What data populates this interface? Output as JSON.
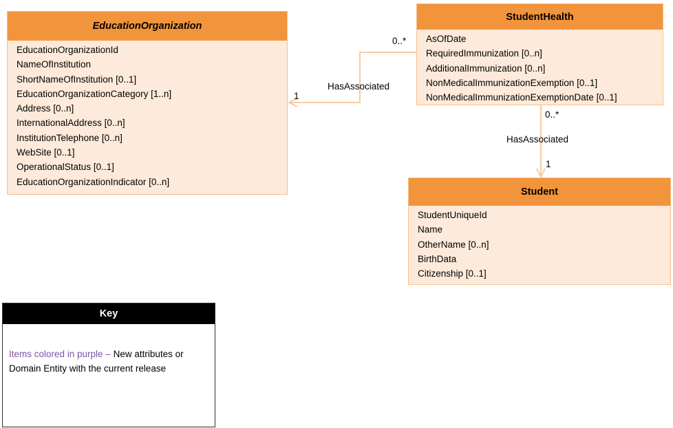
{
  "diagram": {
    "entities": {
      "education_organization": {
        "title": "EducationOrganization",
        "attributes": [
          "EducationOrganizationId",
          "NameOfInstitution",
          "ShortNameOfInstitution [0..1]",
          "EducationOrganizationCategory [1..n]",
          "Address [0..n]",
          "InternationalAddress [0..n]",
          "InstitutionTelephone [0..n]",
          "WebSite [0..1]",
          "OperationalStatus [0..1]",
          "EducationOrganizationIndicator [0..n]"
        ]
      },
      "student_health": {
        "title": "StudentHealth",
        "attributes": [
          "AsOfDate",
          "RequiredImmunization [0..n]",
          "AdditionalImmunization [0..n]",
          "NonMedicalImmunizationExemption [0..1]",
          "NonMedicalImmunizationExemptionDate [0..1]"
        ]
      },
      "student": {
        "title": "Student",
        "attributes": [
          "StudentUniqueId",
          "Name",
          "OtherName [0..n]",
          "BirthData",
          "Citizenship [0..1]"
        ]
      }
    },
    "relationships": [
      {
        "label": "HasAssociated",
        "from": "StudentHealth",
        "to": "EducationOrganization",
        "from_cardinality": "0..*",
        "to_cardinality": "1"
      },
      {
        "label": "HasAssociated",
        "from": "StudentHealth",
        "to": "Student",
        "from_cardinality": "0..*",
        "to_cardinality": "1"
      }
    ],
    "key": {
      "title": "Key",
      "purple_text": "Items colored in purple – ",
      "rest_text": "New attributes or Domain Entity with the current release"
    },
    "colors": {
      "header_bg": "#F2943C",
      "body_bg": "#FDEADA",
      "border": "#F9BE8A",
      "connector": "#F8C498",
      "purple": "#7D53A8",
      "key_header_bg": "#000000"
    }
  }
}
